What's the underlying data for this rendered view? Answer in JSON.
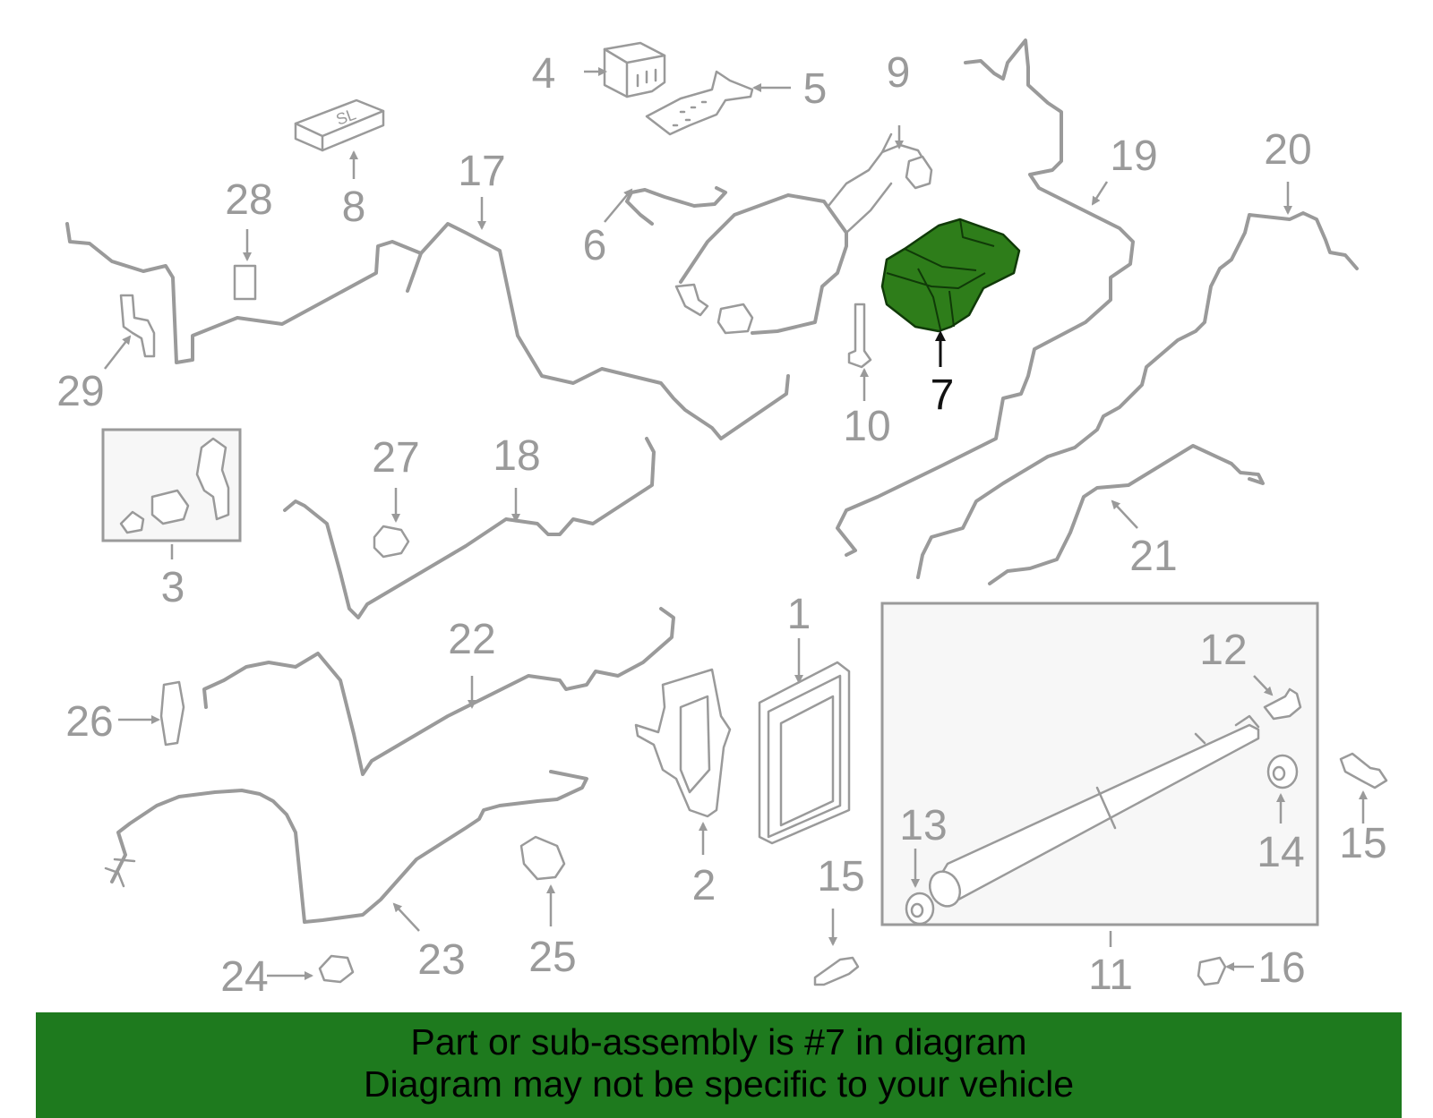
{
  "diagram": {
    "highlighted_part": "7",
    "highlight_color": "#2e7d1a",
    "line_color": "#9a9a9a",
    "labels": [
      {
        "id": "1",
        "text": "1"
      },
      {
        "id": "2",
        "text": "2"
      },
      {
        "id": "3",
        "text": "3"
      },
      {
        "id": "4",
        "text": "4"
      },
      {
        "id": "5",
        "text": "5"
      },
      {
        "id": "6",
        "text": "6"
      },
      {
        "id": "7",
        "text": "7"
      },
      {
        "id": "8",
        "text": "8"
      },
      {
        "id": "9",
        "text": "9"
      },
      {
        "id": "10",
        "text": "10"
      },
      {
        "id": "11",
        "text": "11"
      },
      {
        "id": "12",
        "text": "12"
      },
      {
        "id": "13",
        "text": "13"
      },
      {
        "id": "14",
        "text": "14"
      },
      {
        "id": "15a",
        "text": "15"
      },
      {
        "id": "15b",
        "text": "15"
      },
      {
        "id": "16",
        "text": "16"
      },
      {
        "id": "17",
        "text": "17"
      },
      {
        "id": "18",
        "text": "18"
      },
      {
        "id": "19",
        "text": "19"
      },
      {
        "id": "20",
        "text": "20"
      },
      {
        "id": "21",
        "text": "21"
      },
      {
        "id": "22",
        "text": "22"
      },
      {
        "id": "23",
        "text": "23"
      },
      {
        "id": "24",
        "text": "24"
      },
      {
        "id": "25",
        "text": "25"
      },
      {
        "id": "26",
        "text": "26"
      },
      {
        "id": "27",
        "text": "27"
      },
      {
        "id": "28",
        "text": "28"
      },
      {
        "id": "29",
        "text": "29"
      }
    ]
  },
  "banner": {
    "background": "#1e7a1e",
    "line1": "Part or sub-assembly is #7 in diagram",
    "line2": "Diagram may not be specific to your vehicle"
  }
}
